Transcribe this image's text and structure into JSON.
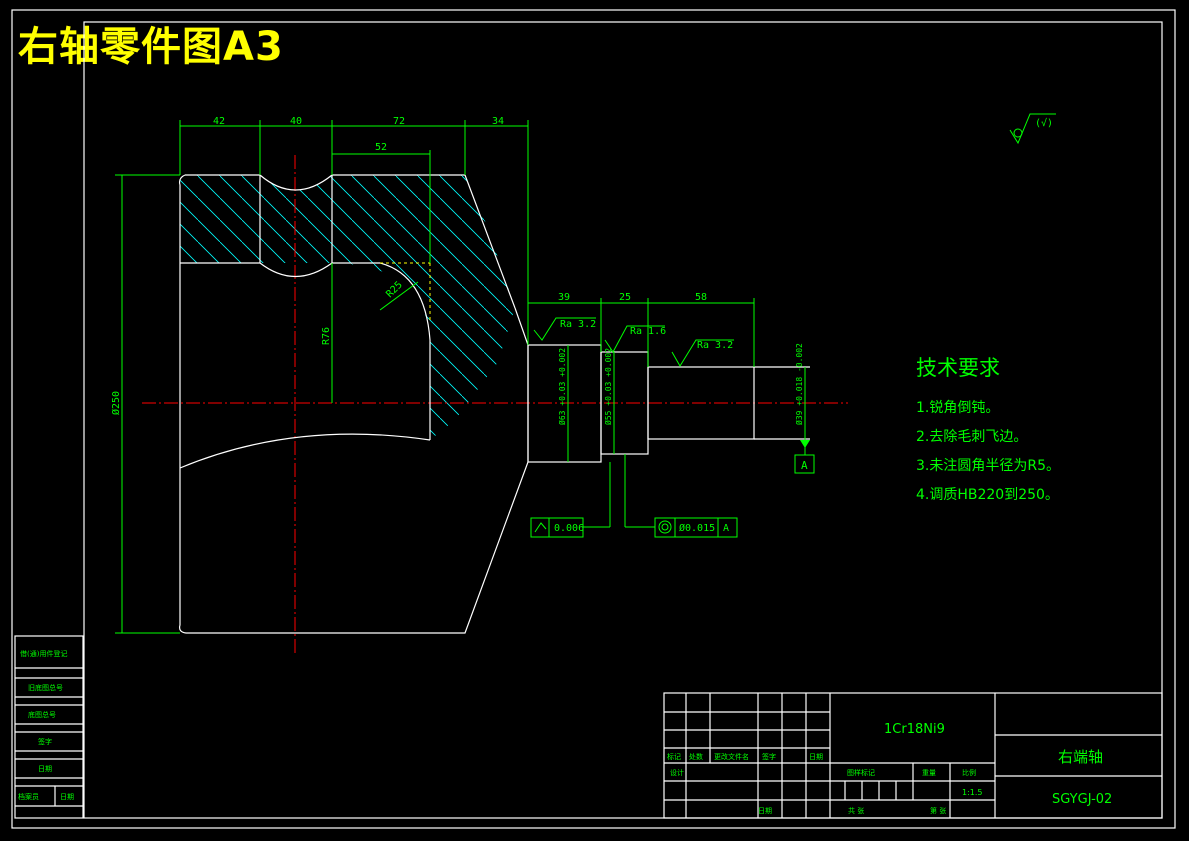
{
  "sheet_title": "右轴零件图A3",
  "dimensions": {
    "d42": "42",
    "d40": "40",
    "d72": "72",
    "d34": "34",
    "d52": "52",
    "d39": "39",
    "d25": "25",
    "d58": "58",
    "r76": "R76",
    "r25": "R25",
    "dia250": "Ø250",
    "dia63": "Ø63 +0.03 +0.002",
    "dia55": "Ø55 +0.03 +0.002",
    "dia39": "Ø39 +0.018 -0.002"
  },
  "roughness": {
    "ra1": "Ra 3.2",
    "ra2": "Ra 1.6",
    "ra3": "Ra 3.2",
    "general": "(√)"
  },
  "tolerances": {
    "runout": "0.006",
    "coaxial": "Ø0.015",
    "coaxial_ref": "A"
  },
  "datum": "A",
  "tech_requirements": {
    "heading": "技术要求",
    "items": [
      "1.锐角倒钝。",
      "2.去除毛刺飞边。",
      "3.未注圆角半径为R5。",
      "4.调质HB220到250。"
    ]
  },
  "left_table": {
    "cells": [
      "借(通)用件登记",
      "旧底图总号",
      "底图总号",
      "签字",
      "日期",
      "档案员",
      "日期"
    ]
  },
  "title_block": {
    "material": "1Cr18Ni9",
    "part_name": "右端轴",
    "drawing_no": "SGYGJ-02",
    "scale": "1:1.5",
    "headers": [
      "标记",
      "处数",
      "更改文件名",
      "签字",
      "日期"
    ],
    "designer": "设计",
    "stage_label": "图样标记",
    "weight_label": "重量",
    "scale_label": "比例",
    "date_label": "日期",
    "sheets_total": "共 张",
    "sheet_no": "第 张"
  }
}
